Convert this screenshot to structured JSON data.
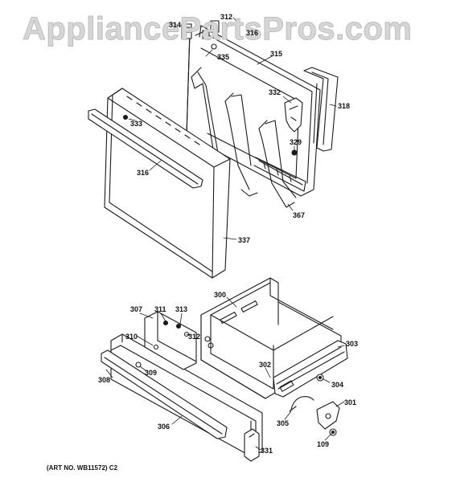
{
  "watermark": "AppliancePartsPros.com",
  "art_number": "(ART NO. WB11572) C2",
  "callouts": {
    "p312_top": "312",
    "p314": "314",
    "p316_top": "316",
    "p335": "335",
    "p315": "315",
    "p332": "332",
    "p318": "318",
    "p333": "333",
    "p329": "329",
    "p316": "316",
    "p367": "367",
    "p337": "337",
    "p300": "300",
    "p307": "307",
    "p311": "311",
    "p313": "313",
    "p312": "312",
    "p310": "310",
    "p303": "303",
    "p302": "302",
    "p309": "309",
    "p308": "308",
    "p304": "304",
    "p301": "301",
    "p305": "305",
    "p306": "306",
    "p109": "109",
    "p331": "331"
  },
  "colors": {
    "line": "#1a1a1a",
    "watermark": "#d6d6d6"
  }
}
